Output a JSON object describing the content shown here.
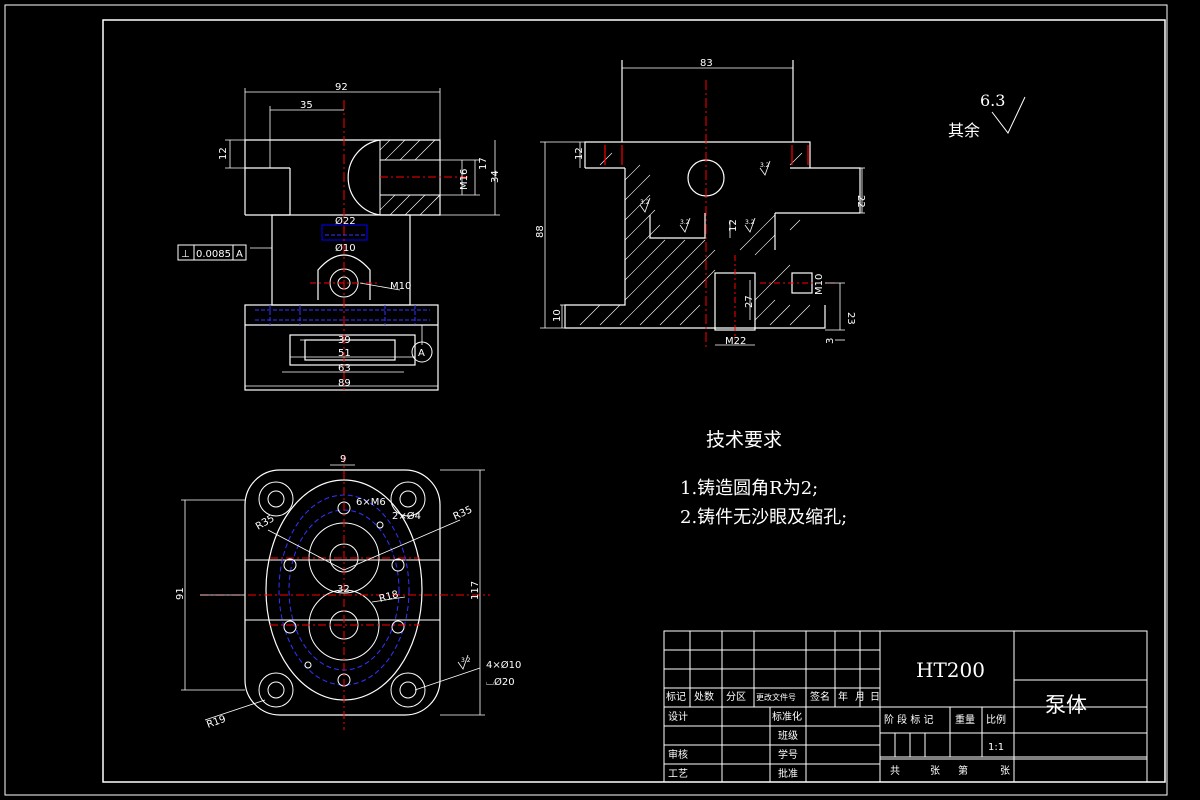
{
  "surface_finish": {
    "value": "6.3",
    "label": "其余"
  },
  "tech_requirements": {
    "heading": "技术要求",
    "items": [
      "1.铸造圆角R为2;",
      "2.铸件无沙眼及缩孔;"
    ]
  },
  "front_view": {
    "dims": {
      "width_top": "92",
      "width_35": "35",
      "height_12": "12",
      "height_17": "17",
      "height_34": "34",
      "thread_m16": "M16",
      "dia_22": "Ø22",
      "dia_10": "Ø10",
      "thread_m10": "M10",
      "base_39": "39",
      "base_51": "51",
      "base_63": "63",
      "base_89": "89"
    },
    "tolerance": {
      "symbol": "⊥",
      "value": "0.0085",
      "datum": "A"
    },
    "datum_label": "A"
  },
  "side_view": {
    "dims": {
      "width_83": "83",
      "height_12": "12",
      "height_88": "88",
      "height_22": "22",
      "inner_12": "12",
      "depth_27": "27",
      "thread_m10": "M10",
      "height_23": "23",
      "height_10": "10",
      "thread_m22": "M22",
      "offset_3": "3"
    },
    "roughness": [
      "3.2",
      "3.2",
      "3.2",
      "3.2"
    ]
  },
  "plan_view": {
    "dims": {
      "width_9": "9",
      "holes_6m6": "6×M6",
      "pins_2d4": "2×Ø4",
      "r35_left": "R35",
      "r35_right": "R35",
      "width_32": "32",
      "r18": "R18",
      "height_91": "91",
      "height_117": "117",
      "r19": "R19",
      "holes_4d10": "4×Ø10",
      "counterbore_20": "⌴Ø20",
      "roughness": "3.2"
    }
  },
  "title_block": {
    "material": "HT200",
    "part_name": "泵体",
    "header_cells": [
      "标记",
      "处数",
      "分区",
      "更改文件号",
      "签名",
      "年",
      "月",
      "日"
    ],
    "left_rows": [
      "设计",
      "审核",
      "工艺"
    ],
    "mid_rows": [
      "标准化",
      "班级",
      "学号",
      "批准"
    ],
    "stage_labels": {
      "stage": "阶 段 标 记",
      "weight": "重量",
      "scale": "比例"
    },
    "scale_value": "1:1",
    "sheet_labels": {
      "total": "共",
      "sheets1": "张",
      "sheet_no": "第",
      "sheets2": "张"
    }
  }
}
